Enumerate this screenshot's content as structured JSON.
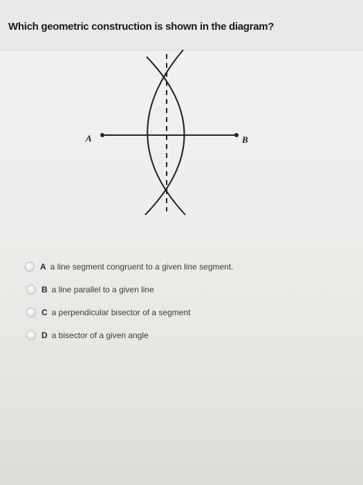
{
  "question": {
    "title": "Which geometric construction is shown in the diagram?"
  },
  "diagram": {
    "point_a_label": "A",
    "point_b_label": "B"
  },
  "options": [
    {
      "letter": "A",
      "text": "a line segment congruent to a given line segment."
    },
    {
      "letter": "B",
      "text": "a line parallel to a given line"
    },
    {
      "letter": "C",
      "text": "a perpendicular bisector of a segment"
    },
    {
      "letter": "D",
      "text": "a bisector of a given angle"
    }
  ]
}
